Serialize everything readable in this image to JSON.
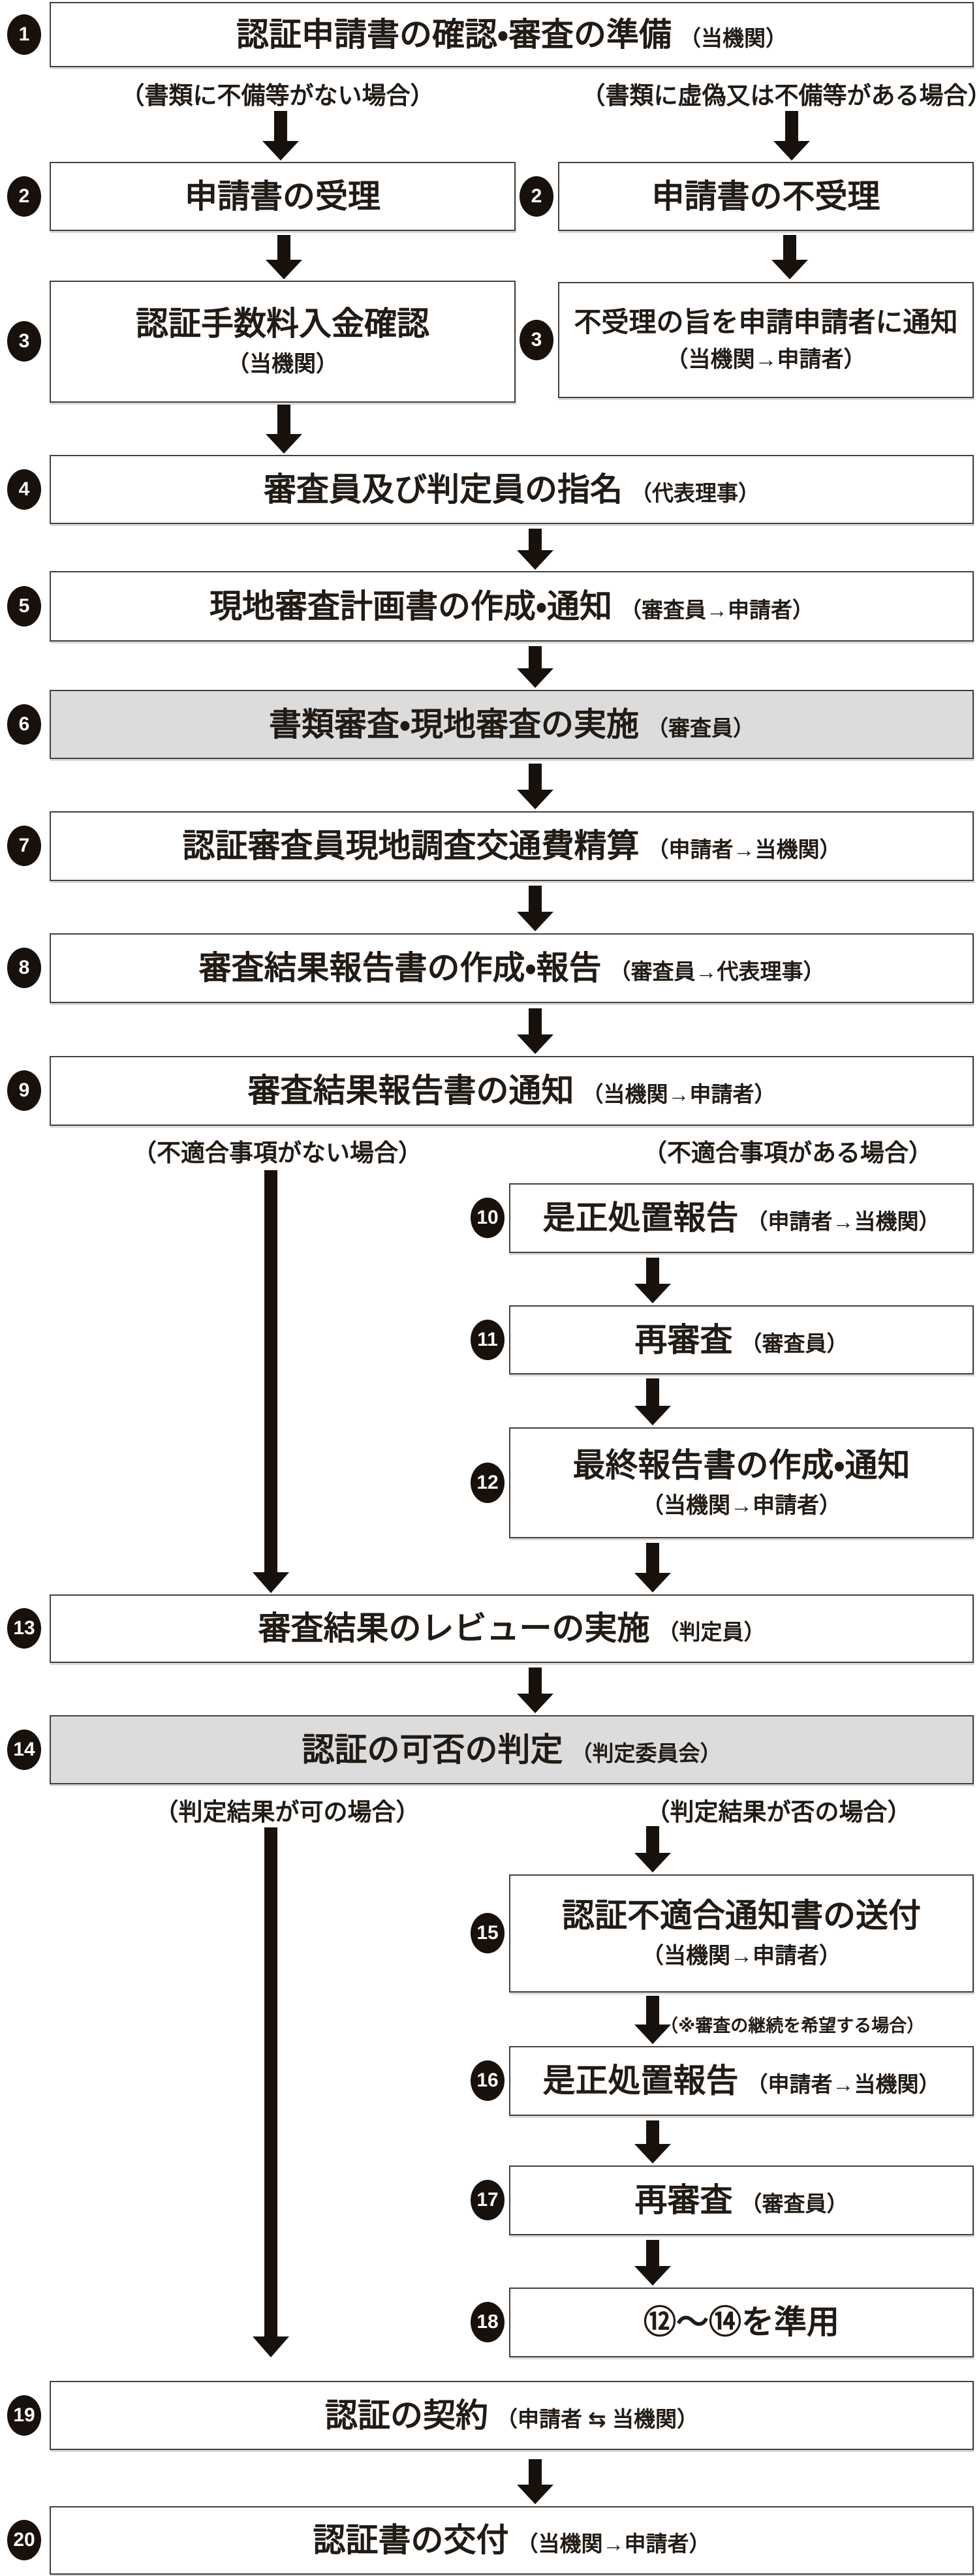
{
  "steps": {
    "s1": {
      "num": "1",
      "label": "認証申請書の確認・審査の準備",
      "suffix": "（当機関）"
    },
    "s2l": {
      "num": "2",
      "label": "申請書の受理",
      "suffix": ""
    },
    "s2r": {
      "num": "2",
      "label": "申請書の不受理",
      "suffix": ""
    },
    "s3l": {
      "num": "3",
      "label": "認証手数料入金確認",
      "suffix": "（当機関）"
    },
    "s3r": {
      "num": "3",
      "label": "不受理の旨を申請申請者に通知",
      "suffix": "（当機関→申請者）"
    },
    "s4": {
      "num": "4",
      "label": "審査員及び判定員の指名",
      "suffix": "（代表理事）"
    },
    "s5": {
      "num": "5",
      "label": "現地審査計画書の作成・通知",
      "suffix": "（審査員→申請者）"
    },
    "s6": {
      "num": "6",
      "label": "書類審査・現地審査の実施",
      "suffix": "（審査員）"
    },
    "s7": {
      "num": "7",
      "label": "認証審査員現地調査交通費精算",
      "suffix": "（申請者→当機関）"
    },
    "s8": {
      "num": "8",
      "label": "審査結果報告書の作成・報告",
      "suffix": "（審査員→代表理事）"
    },
    "s9": {
      "num": "9",
      "label": "審査結果報告書の通知",
      "suffix": "（当機関→申請者）"
    },
    "s10": {
      "num": "10",
      "label": "是正処置報告",
      "suffix": "（申請者→当機関）"
    },
    "s11": {
      "num": "11",
      "label": "再審査",
      "suffix": "（審査員）"
    },
    "s12": {
      "num": "12",
      "label": "最終報告書の作成・通知",
      "suffix": "（当機関→申請者）"
    },
    "s13": {
      "num": "13",
      "label": "審査結果のレビューの実施",
      "suffix": "（判定員）"
    },
    "s14": {
      "num": "14",
      "label": "認証の可否の判定",
      "suffix": "（判定委員会）"
    },
    "s15": {
      "num": "15",
      "label": "認証不適合通知書の送付",
      "suffix": "（当機関→申請者）"
    },
    "s16": {
      "num": "16",
      "label": "是正処置報告",
      "suffix": "（申請者→当機関）"
    },
    "s17": {
      "num": "17",
      "label": "再審査",
      "suffix": "（審査員）"
    },
    "s18": {
      "num": "18",
      "label": "⑫～⑭を準用",
      "suffix": ""
    },
    "s19": {
      "num": "19",
      "label": "認証の契約",
      "suffix": "（申請者 ⇆ 当機関）"
    },
    "s20": {
      "num": "20",
      "label": "認証書の交付",
      "suffix": "（当機関→申請者）"
    }
  },
  "branches": {
    "b1_left": "（書類に不備等がない場合）",
    "b1_right": "（書類に虚偽又は不備等がある場合）",
    "b2_left": "（不適合事項がない場合）",
    "b2_right": "（不適合事項がある場合）",
    "b3_left": "（判定結果が可の場合）",
    "b3_right": "（判定結果が否の場合）"
  },
  "notes": {
    "resume": "（※審査の継続を希望する場合）"
  },
  "colors": {
    "ink": "#17100b",
    "box_border": "#44403d",
    "highlight_bg": "#dcdcdc",
    "circle_bg": "#17100b",
    "circle_text": "#ffffff"
  }
}
